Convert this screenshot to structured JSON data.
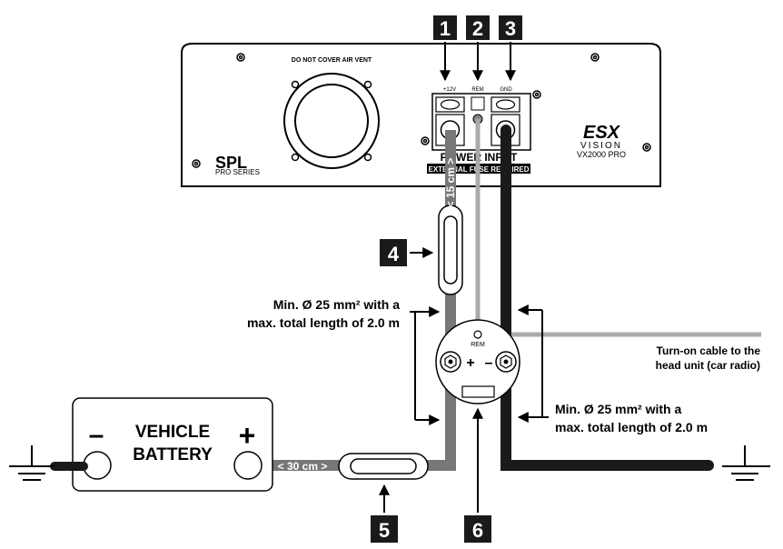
{
  "amp": {
    "vent_label": "DO NOT COVER AIR VENT",
    "spl_logo": "SPL",
    "spl_sub": "PRO SERIES",
    "esx_logo": "ESX",
    "vision": "VISION",
    "model": "VX2000 PRO",
    "terminal_labels": [
      "+12V",
      "REM",
      "GND"
    ],
    "power_input_label": "POWER INPUT",
    "fuse_note": "EXTERNAL FUSE REQUIRED"
  },
  "markers": [
    "1",
    "2",
    "3",
    "4",
    "5",
    "6"
  ],
  "cable_lengths": {
    "short": "< 15 cm >",
    "battery": "< 30 cm >"
  },
  "distribution_block": {
    "rem_label": "REM",
    "plus": "+",
    "minus": "–"
  },
  "battery": {
    "minus": "–",
    "line1": "VEHICLE",
    "line2": "BATTERY",
    "plus": "+"
  },
  "notes": {
    "left_line1": "Min. Ø 25 mm² with a",
    "left_line2": "max. total length of 2.0 m",
    "right_line1": "Min. Ø 25 mm² with a",
    "right_line2": "max. total length of 2.0 m",
    "turn_on_line1": "Turn-on cable to the",
    "turn_on_line2": "head unit (car radio)"
  }
}
